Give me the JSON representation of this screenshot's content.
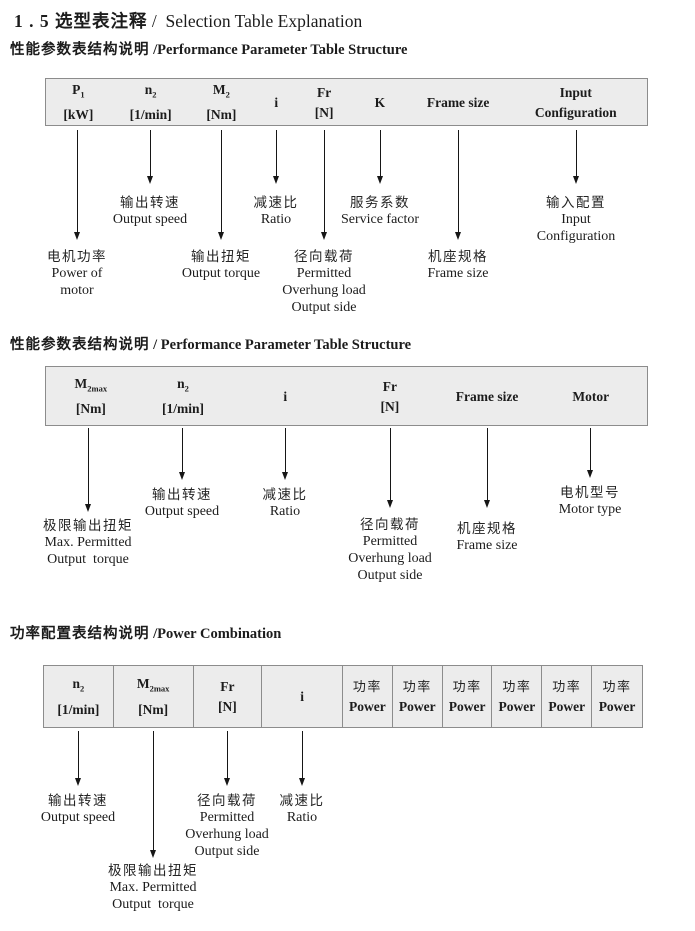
{
  "colors": {
    "table_fill": "#ececec",
    "table_border": "#8c8c8c",
    "ink": "#1c1c1c"
  },
  "title": {
    "zh": "1 . 5 选型表注释",
    "en": " /  Selection Table Explanation"
  },
  "s1": {
    "heading_zh": "性能参数表结构说明",
    "heading_en": " /Performance Parameter Table Structure",
    "cols": [
      {
        "sym": "P",
        "sub": "1",
        "unit": "[kW]"
      },
      {
        "sym": "n",
        "sub": "2",
        "unit": "[1/min]"
      },
      {
        "sym": "M",
        "sub": "2",
        "unit": "[Nm]"
      },
      {
        "sym": "i"
      },
      {
        "sym": "Fr",
        "unit": "[N]"
      },
      {
        "sym": "K"
      },
      {
        "sym": "Frame size"
      },
      {
        "sym": "Input",
        "unit": "Configuration"
      }
    ],
    "callouts": {
      "power_of_motor": {
        "zh": "电机功率",
        "en1": "Power of",
        "en2": "motor"
      },
      "output_speed": {
        "zh": "输出转速",
        "en1": "Output speed"
      },
      "output_torque": {
        "zh": "输出扭矩",
        "en1": "Output torque"
      },
      "ratio": {
        "zh": "减速比",
        "en1": "Ratio"
      },
      "overhung": {
        "zh": "径向载荷",
        "en1": "Permitted",
        "en2": "Overhung load",
        "en3": "Output side"
      },
      "service_factor": {
        "zh": "服务系数",
        "en1": "Service factor"
      },
      "frame_size": {
        "zh": "机座规格",
        "en1": "Frame size"
      },
      "input_config": {
        "zh": "输入配置",
        "en1": "Input",
        "en2": "Configuration"
      }
    }
  },
  "s2": {
    "heading_zh": "性能参数表结构说明",
    "heading_en": " / Performance Parameter Table Structure",
    "cols": [
      {
        "sym": "M",
        "sub": "2max",
        "unit": "[Nm]"
      },
      {
        "sym": "n",
        "sub": "2",
        "unit": "[1/min]"
      },
      {
        "sym": "i"
      },
      {
        "sym": "Fr",
        "unit": "[N]"
      },
      {
        "sym": "Frame size"
      },
      {
        "sym": "Motor"
      }
    ],
    "callouts": {
      "max_torque": {
        "zh": "极限输出扭矩",
        "en1": "Max. Permitted",
        "en2": "Output  torque"
      },
      "output_speed": {
        "zh": "输出转速",
        "en1": "Output speed"
      },
      "ratio": {
        "zh": "减速比",
        "en1": "Ratio"
      },
      "overhung": {
        "zh": "径向载荷",
        "en1": "Permitted",
        "en2": "Overhung load",
        "en3": "Output side"
      },
      "frame_size": {
        "zh": "机座规格",
        "en1": "Frame size"
      },
      "motor_type": {
        "zh": "电机型号",
        "en1": "Motor type"
      }
    }
  },
  "s3": {
    "heading_zh": "功率配置表结构说明",
    "heading_en": " /Power Combination",
    "cols": [
      {
        "sym": "n",
        "sub": "2",
        "unit": "[1/min]"
      },
      {
        "sym": "M",
        "sub": "2max",
        "unit": "[Nm]"
      },
      {
        "sym": "Fr",
        "unit": "[N]"
      },
      {
        "sym": "i"
      }
    ],
    "power_cols": [
      {
        "zh": "功率",
        "en": "Power"
      },
      {
        "zh": "功率",
        "en": "Power"
      },
      {
        "zh": "功率",
        "en": "Power"
      },
      {
        "zh": "功率",
        "en": "Power"
      },
      {
        "zh": "功率",
        "en": "Power"
      },
      {
        "zh": "功率",
        "en": "Power"
      }
    ],
    "callouts": {
      "output_speed": {
        "zh": "输出转速",
        "en1": "Output speed"
      },
      "max_torque": {
        "zh": "极限输出扭矩",
        "en1": "Max. Permitted",
        "en2": "Output  torque"
      },
      "overhung": {
        "zh": "径向载荷",
        "en1": "Permitted",
        "en2": "Overhung load",
        "en3": "Output side"
      },
      "ratio": {
        "zh": "减速比",
        "en1": "Ratio"
      }
    }
  }
}
